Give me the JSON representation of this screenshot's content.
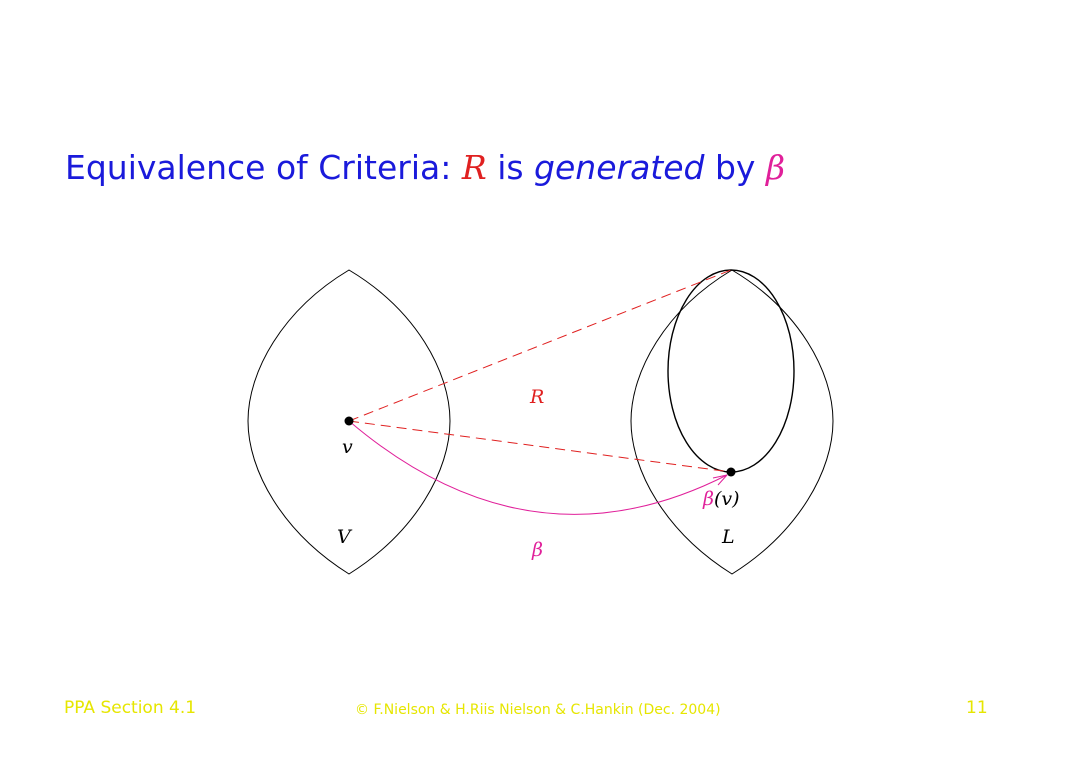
{
  "title": {
    "prefix": "Equivalence of Criteria: ",
    "relation": "R",
    "middle1": " is ",
    "emphasis": "generated",
    "middle2": " by ",
    "function": "β"
  },
  "diagram": {
    "point_label": "v",
    "left_set_label": "V",
    "right_set_label": "L",
    "relation_label": "R",
    "function_label": "β",
    "image_label_func": "β",
    "image_label_arg": "(v)"
  },
  "footer": {
    "left": "PPA Section 4.1",
    "center": "© F.Nielson & H.Riis Nielson & C.Hankin (Dec. 2004)",
    "page_number": "11"
  },
  "colors": {
    "title": "#1a1adb",
    "relation": "#e02020",
    "function": "#e0209a",
    "footer": "#e6e600"
  }
}
